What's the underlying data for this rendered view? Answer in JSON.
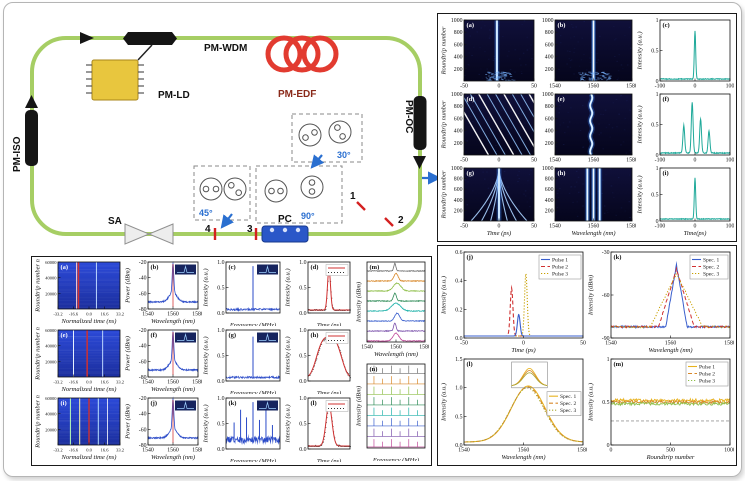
{
  "diagram": {
    "labels": {
      "pm_wdm": "PM-WDM",
      "pm_ld": "PM-LD",
      "pm_edf": "PM-EDF",
      "pm_oc": "PM-OC",
      "pm_iso": "PM-ISO",
      "sa": "SA",
      "pc": "PC",
      "angle_30": "30°",
      "angle_45": "45°",
      "angle_90": "90°",
      "port_1": "1",
      "port_2": "2",
      "port_3": "3",
      "port_4": "4"
    },
    "colors": {
      "fiber": "#a6ce64",
      "edf_coil": "#e23b30",
      "ld_chip": "#e8c63e",
      "pc_body": "#2a57c8",
      "angle_text": "#2a6fd0",
      "tap_mark": "#d42020"
    }
  },
  "panel_top_right": {
    "subplots": [
      {
        "id": "tra",
        "label": "(a)",
        "kind": "hm",
        "ylabel": "Roundtrip number",
        "yticks": [
          "200",
          "400",
          "600",
          "800",
          "1000"
        ],
        "ytickMode": "interior",
        "xticks": [
          "-50",
          "0",
          "50"
        ],
        "lines": [
          {
            "x": 0.47
          }
        ],
        "noise": true
      },
      {
        "id": "trb",
        "label": "(b)",
        "kind": "hm",
        "yticks": [
          "200",
          "400",
          "600",
          "800",
          "1000"
        ],
        "ytickMode": "interior",
        "xticks": [
          "1540",
          "1560",
          "1580"
        ],
        "lines": [
          {
            "x": 0.5
          }
        ],
        "noise": true
      },
      {
        "id": "trc",
        "label": "(c)",
        "kind": "spike",
        "ylabel": "Intensity (a.u.)",
        "yticks": [
          "0",
          "0.5",
          "1"
        ],
        "xticks": [
          "-100",
          "0",
          "100"
        ],
        "peaks": [
          {
            "x": 0.5,
            "h": 0.88,
            "w": 0.014
          }
        ]
      },
      {
        "id": "trd",
        "label": "(d)",
        "kind": "hm-diag",
        "ylabel": "Roundtrip number",
        "yticks": [
          "200",
          "400",
          "600",
          "800",
          "1000"
        ],
        "ytickMode": "interior",
        "xticks": [
          "-50",
          "0",
          "50"
        ]
      },
      {
        "id": "tre",
        "label": "(e)",
        "kind": "hm",
        "yticks": [
          "200",
          "400",
          "600",
          "800",
          "1000"
        ],
        "ytickMode": "interior",
        "xticks": [
          "1540",
          "1560",
          "1580"
        ],
        "lines": [
          {
            "x": 0.47,
            "wiggle": true
          }
        ]
      },
      {
        "id": "trf",
        "label": "(f)",
        "kind": "spike",
        "ylabel": "Intensity (a.u.)",
        "yticks": [
          "0",
          "0.5",
          "1"
        ],
        "xticks": [
          "-100",
          "0",
          "100"
        ],
        "peaks": [
          {
            "x": 0.34,
            "h": 0.5,
            "w": 0.018
          },
          {
            "x": 0.46,
            "h": 0.92,
            "w": 0.018
          },
          {
            "x": 0.58,
            "h": 0.62,
            "w": 0.018
          },
          {
            "x": 0.7,
            "h": 0.4,
            "w": 0.018
          }
        ]
      },
      {
        "id": "trg",
        "label": "(g)",
        "kind": "hm-converge",
        "ylabel": "Roundtrip number",
        "yticks": [
          "200",
          "400",
          "600",
          "800",
          "1000"
        ],
        "ytickMode": "interior",
        "xticks": [
          "-50",
          "0",
          "50"
        ],
        "xlabel": "Time (ps)"
      },
      {
        "id": "trh",
        "label": "(h)",
        "kind": "hm",
        "yticks": [
          "200",
          "400",
          "600",
          "800",
          "1000"
        ],
        "ytickMode": "interior",
        "xticks": [
          "1540",
          "1560",
          "1580"
        ],
        "xlabel": "Wavelength (nm)",
        "lines": [
          {
            "x": 0.42
          },
          {
            "x": 0.5
          },
          {
            "x": 0.58
          }
        ]
      },
      {
        "id": "tri",
        "label": "(i)",
        "kind": "spike",
        "ylabel": "Intensity (a.u.)",
        "yticks": [
          "0",
          "0.5",
          "1"
        ],
        "xticks": [
          "-100",
          "0",
          "100"
        ],
        "xlabel": "Time(ps)",
        "peaks": [
          {
            "x": 0.5,
            "h": 0.88,
            "w": 0.014
          }
        ]
      }
    ]
  },
  "panel_bottom_left": {
    "grid": [
      {
        "id": "bla",
        "label": "(a)",
        "kind": "hm-blue",
        "ylabel": "Roundtrip number n",
        "yticks": [
          "20000",
          "40000",
          "60000"
        ],
        "ytickMode": "interior",
        "xticks": [
          "-33.2",
          "-16.6",
          "0.0",
          "16.6",
          "33.2"
        ],
        "xlabel": "Normalized time (ns)",
        "streaks": [
          {
            "x": 0.3,
            "c": "#ffd0d0",
            "w": 1
          },
          {
            "x": 0.33,
            "c": "#d03030",
            "w": 1.6
          },
          {
            "x": 0.62,
            "c": "#bcd6ff",
            "w": 1
          }
        ]
      },
      {
        "id": "blb",
        "label": "(b)",
        "kind": "spectrum",
        "ylabel": "Power (dBm)",
        "yticks": [
          "-80",
          "-60",
          "-40",
          "-20"
        ],
        "xticks": [
          "1540",
          "1560",
          "1580"
        ],
        "xlabel": "Wavelength (nm)",
        "redline": 0.5,
        "inset": true
      },
      {
        "id": "blc",
        "label": "(c)",
        "kind": "rf",
        "ylabel": "Intensity (a.u.)",
        "yticks": [
          "0.0",
          "0.5",
          "1.0"
        ],
        "xlabel": "Frequency (MHz)",
        "spikes": [
          {
            "x": 0.5,
            "h": 0.85
          }
        ],
        "inset": true
      },
      {
        "id": "bld",
        "label": "(d)",
        "kind": "autocorr",
        "ylabel": "Intensity (a.u.)",
        "yticks": [
          "0.0",
          "0.5",
          "1.0"
        ],
        "xlabel": "Time (ps)",
        "w": 0.05,
        "legend2": true
      },
      {
        "id": "ble",
        "label": "(e)",
        "kind": "hm-blue",
        "ylabel": "Roundtrip number n",
        "yticks": [
          "20000",
          "40000",
          "60000"
        ],
        "ytickMode": "interior",
        "xticks": [
          "-33.2",
          "-16.6",
          "0.0",
          "16.6",
          "33.2"
        ],
        "xlabel": "Normalized time (ns)",
        "streaks": [
          {
            "x": 0.25,
            "c": "#e8f2ff",
            "w": 1
          },
          {
            "x": 0.47,
            "c": "#d03030",
            "w": 1.5
          },
          {
            "x": 0.72,
            "c": "#bcd6ff",
            "w": 1
          }
        ]
      },
      {
        "id": "blf",
        "label": "(f)",
        "kind": "spectrum",
        "ylabel": "Power (dBm)",
        "yticks": [
          "-80",
          "-60",
          "-40",
          "-20"
        ],
        "xticks": [
          "1540",
          "1560",
          "1580"
        ],
        "xlabel": "Wavelength (nm)",
        "redline": 0.5,
        "inset": true
      },
      {
        "id": "blg",
        "label": "(g)",
        "kind": "rf",
        "ylabel": "Intensity (a.u.)",
        "yticks": [
          "0.0",
          "0.5",
          "1.0"
        ],
        "xlabel": "Frequency (MHz)",
        "spikes": [
          {
            "x": 0.5,
            "h": 0.8
          }
        ],
        "inset": true
      },
      {
        "id": "blh",
        "label": "(h)",
        "kind": "autocorr",
        "ylabel": "Intensity (a.u.)",
        "yticks": [
          "0.0",
          "0.5",
          "1.0"
        ],
        "xlabel": "Time (ps)",
        "w": 0.34,
        "flat": true,
        "legend2": true
      },
      {
        "id": "bli",
        "label": "(i)",
        "kind": "hm-blue",
        "ylabel": "Roundtrip number n",
        "yticks": [
          "20000",
          "40000",
          "60000"
        ],
        "ytickMode": "interior",
        "xticks": [
          "-33.2",
          "-16.6",
          "0.0",
          "16.6",
          "33.2"
        ],
        "xlabel": "Normalized time (ns)",
        "streaks": [
          {
            "x": 0.2,
            "c": "#b8ffb8",
            "w": 1
          },
          {
            "x": 0.35,
            "c": "#fff8a8",
            "w": 1
          },
          {
            "x": 0.5,
            "c": "#d03030",
            "w": 1.4
          },
          {
            "x": 0.65,
            "c": "#b8e2ff",
            "w": 1
          },
          {
            "x": 0.8,
            "c": "#ffffff",
            "w": 0.8
          }
        ]
      },
      {
        "id": "blj",
        "label": "(j)",
        "kind": "spectrum",
        "ylabel": "Power (dBm)",
        "yticks": [
          "-80",
          "-60",
          "-40",
          "-20"
        ],
        "xticks": [
          "1540",
          "1560",
          "1580"
        ],
        "xlabel": "Wavelength (nm)",
        "redline": 0.5,
        "inset": true
      },
      {
        "id": "blk",
        "label": "(k)",
        "kind": "rf",
        "ylabel": "Intensity (a.u.)",
        "yticks": [
          "0.0",
          "0.5",
          "1.0"
        ],
        "xlabel": "Frequency (MHz)",
        "noisy": true,
        "spikes": [
          {
            "x": 0.15,
            "h": 0.45
          },
          {
            "x": 0.27,
            "h": 0.7
          },
          {
            "x": 0.38,
            "h": 0.55
          },
          {
            "x": 0.5,
            "h": 0.85
          },
          {
            "x": 0.62,
            "h": 0.5
          },
          {
            "x": 0.74,
            "h": 0.72
          },
          {
            "x": 0.86,
            "h": 0.4
          }
        ],
        "inset": true
      },
      {
        "id": "bll",
        "label": "(l)",
        "kind": "autocorr",
        "ylabel": "Intensity (a.u.)",
        "yticks": [
          "0.0",
          "0.5",
          "1.0"
        ],
        "xlabel": "Time (ps)",
        "w": 0.1,
        "legend2": true
      }
    ],
    "tall": [
      {
        "id": "blm",
        "label": "(m)",
        "kind": "stacked",
        "ylabel": "Intensity (dBm)",
        "xticks": [
          "1540",
          "1560",
          "1580"
        ],
        "xlabel": "Wavelength (nm)",
        "colors": [
          "#6e6e6e",
          "#d8882a",
          "#8fbf4a",
          "#2e8b57",
          "#20b2aa",
          "#3a5fcd",
          "#7b52ab",
          "#c04a9a"
        ]
      },
      {
        "id": "bln",
        "label": "(n)",
        "kind": "stacked-rf",
        "ylabel": "Intensity (dBm)",
        "xlabel": "Frequency (MHz)",
        "colors": [
          "#6e6e6e",
          "#d8882a",
          "#8fbf4a",
          "#2e8b57",
          "#20b2aa",
          "#3a5fcd",
          "#7b52ab",
          "#c04a9a"
        ]
      }
    ]
  },
  "panel_bottom_right": {
    "subplots": [
      {
        "id": "brj",
        "label": "(j)",
        "kind": "pulses",
        "ylabel": "Intensity (a.u.)",
        "yticks": [
          "0.0",
          "0.2",
          "0.4",
          "0.6"
        ],
        "xticks": [
          "-50",
          "0",
          "50"
        ],
        "xlabel": "Time (ps)",
        "legend": [
          "Pulse 1",
          "Pulse 2",
          "Pulse 3"
        ],
        "legend_colors": [
          "#3a5fcd",
          "#d03030",
          "#c8a000"
        ],
        "pulses": [
          {
            "xf": 0.4,
            "hf": 0.6,
            "ci": 1
          },
          {
            "xf": 0.52,
            "hf": 0.78,
            "ci": 2
          },
          {
            "xf": 0.46,
            "hf": 0.27,
            "ci": 0
          }
        ]
      },
      {
        "id": "brk",
        "label": "(k)",
        "kind": "specs-dbm",
        "ylabel": "Intensity (dBm)",
        "yticks": [
          "-90",
          "-60",
          "-30"
        ],
        "xticks": [
          "1540",
          "1560",
          "1580"
        ],
        "xlabel": "Wavelength (nm)",
        "legend": [
          "Spec. 1",
          "Spec. 2",
          "Spec. 3"
        ],
        "legend_colors": [
          "#3a5fcd",
          "#d03030",
          "#c8a000"
        ],
        "widths": [
          0.09,
          0.15,
          0.22
        ]
      },
      {
        "id": "brl",
        "label": "(l)",
        "kind": "specs-lin",
        "ylabel": "Intensity (a.u.)",
        "yticks": [
          "0.0",
          "0.5",
          "1.0",
          "1.5"
        ],
        "xticks": [
          "1540",
          "1560",
          "1580"
        ],
        "xlabel": "Wavelength (nm)",
        "legend": [
          "Spec. 1",
          "Spec. 2",
          "Spec. 3"
        ],
        "legend_colors": [
          "#e8b21e",
          "#d8882a",
          "#a8a832"
        ],
        "inset": true
      },
      {
        "id": "brm",
        "label": "(m)",
        "kind": "flat-noise",
        "ylabel": "Intensity (a.u.)",
        "yticks": [
          "0",
          "0.5",
          "1"
        ],
        "xticks": [
          "0",
          "500",
          "1000"
        ],
        "xlabel": "Roundtrip number",
        "legend": [
          "Pulse 1",
          "Pulse 2",
          "Pulse 3"
        ],
        "legend_colors": [
          "#e8b21e",
          "#d8882a",
          "#8fbf4a"
        ],
        "levels": [
          0.52,
          0.5,
          0.48
        ],
        "dashline": 0.28
      }
    ]
  }
}
